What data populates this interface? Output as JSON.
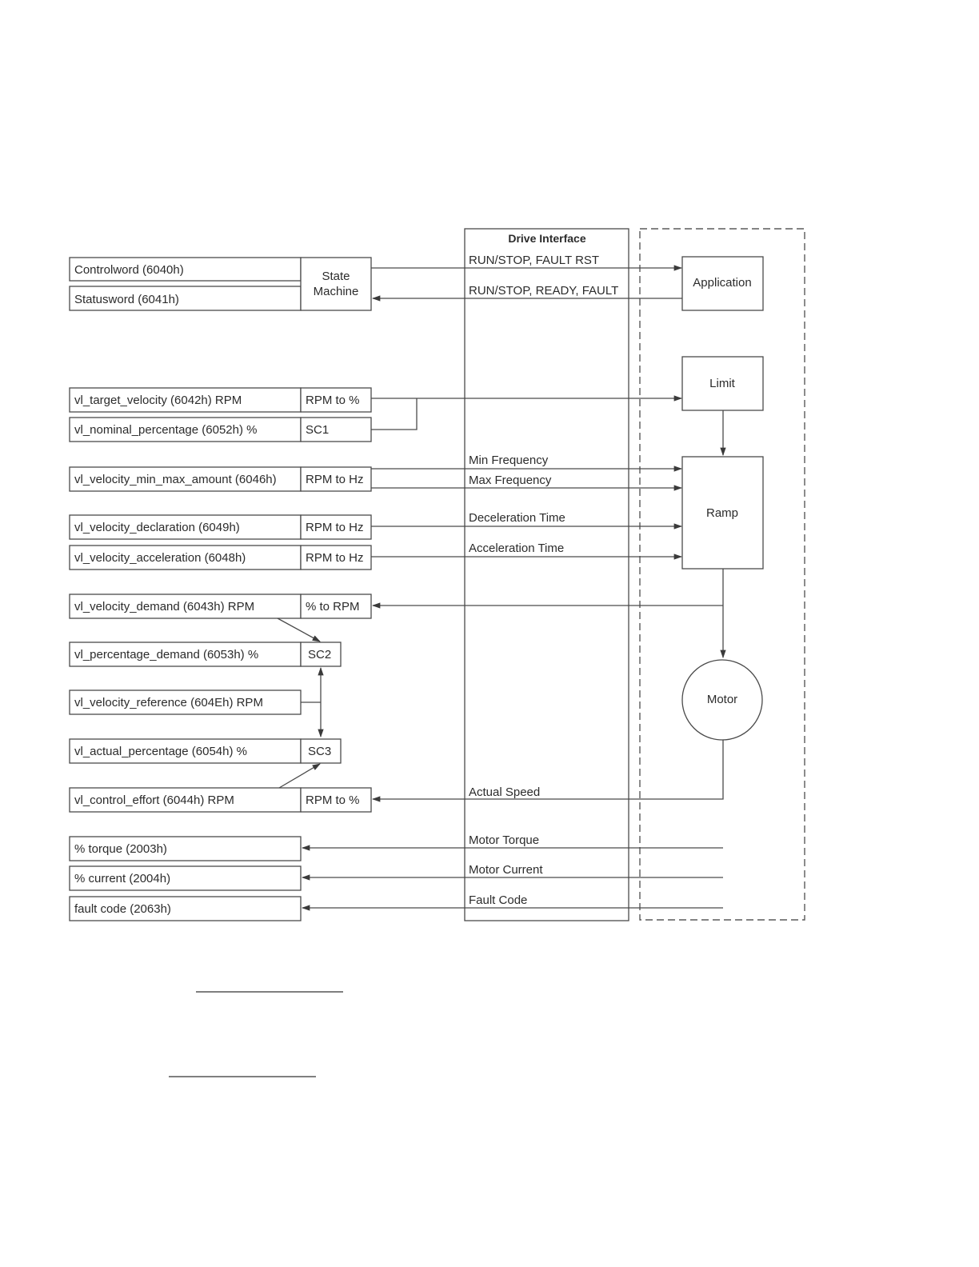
{
  "drive_interface": {
    "title": "Drive Interface"
  },
  "state_machine": {
    "line1": "State",
    "line2": "Machine"
  },
  "objects": {
    "controlword": "Controlword (6040h)",
    "statusword": "Statusword (6041h)",
    "target_velocity": "vl_target_velocity (6042h) RPM",
    "nominal_percentage": "vl_nominal_percentage (6052h) %",
    "min_max_amount": "vl_velocity_min_max_amount (6046h)",
    "deceleration": "vl_velocity_declaration (6049h)",
    "acceleration": "vl_velocity_acceleration (6048h)",
    "velocity_demand": "vl_velocity_demand (6043h) RPM",
    "percentage_demand": "vl_percentage_demand (6053h) %",
    "velocity_reference": "vl_velocity_reference (604Eh) RPM",
    "actual_percentage": "vl_actual_percentage (6054h) %",
    "control_effort": "vl_control_effort (6044h) RPM",
    "torque": "% torque (2003h)",
    "current": "% current (2004h)",
    "fault_code": "fault code (2063h)"
  },
  "converters": {
    "rpm_to_pct_1": "RPM to %",
    "sc1": "SC1",
    "rpm_to_hz_1": "RPM to Hz",
    "rpm_to_hz_2": "RPM to Hz",
    "rpm_to_hz_3": "RPM to Hz",
    "pct_to_rpm": "% to RPM",
    "sc2": "SC2",
    "sc3": "SC3",
    "rpm_to_pct_2": "RPM to %"
  },
  "signals": {
    "run_stop_fault_rst": "RUN/STOP, FAULT RST",
    "run_stop_ready_fault": "RUN/STOP, READY, FAULT",
    "min_frequency": "Min Frequency",
    "max_frequency": "Max Frequency",
    "deceleration_time": "Deceleration Time",
    "acceleration_time": "Acceleration Time",
    "actual_speed": "Actual Speed",
    "motor_torque": "Motor Torque",
    "motor_current": "Motor Current",
    "fault_code": "Fault Code"
  },
  "blocks": {
    "application": "Application",
    "limit": "Limit",
    "ramp": "Ramp",
    "motor": "Motor"
  }
}
